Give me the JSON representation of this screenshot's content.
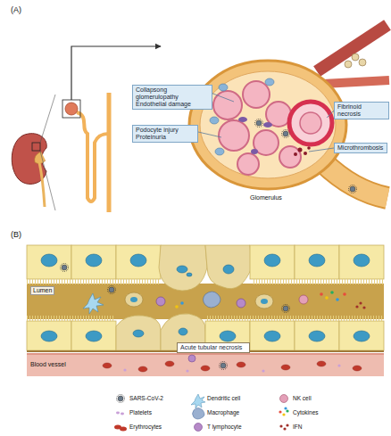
{
  "diagram": {
    "nodes": [
      {
        "text": [
          "Collapsong glomerulopathy Endothelial damage"
        ]
      },
      {
        "text": [
          "Podocyte injury Proteinuria"
        ]
      },
      {
        "text": [
          "Fibrinoid necrosis"
        ]
      },
      {
        "text": [
          "Microthrombosis"
        ]
      },
      {
        "text": [
          "Acute tubular necrosis"
        ]
      }
    ],
    "labels": [
      "(A)",
      "Glomerulus",
      "(B)",
      "Lumen",
      "Blood vessel"
    ],
    "legend": [
      {
        "text": "SARS-CoV-2"
      },
      {
        "text": "Dendritic cell"
      },
      {
        "text": "NK cell"
      },
      {
        "text": "Platelets"
      },
      {
        "text": "Macrophage"
      },
      {
        "text": "Cytokines"
      },
      {
        "text": "Erythrocytes"
      },
      {
        "text": "T lymphocyte"
      },
      {
        "text": "IFN"
      }
    ]
  }
}
